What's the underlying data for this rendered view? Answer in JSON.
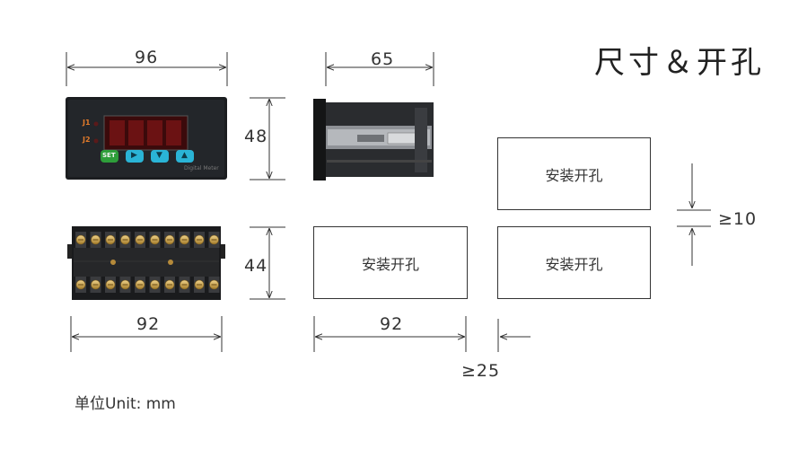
{
  "title": "尺寸＆开孔",
  "dimensions": {
    "front_width": "96",
    "front_height": "48",
    "side_depth": "65",
    "back_width": "92",
    "back_height": "44",
    "cutout_width": "92",
    "cutout_h_gap": "≥25",
    "cutout_v_gap": "≥10"
  },
  "cutout_label": "安装开孔",
  "unit_text": "单位Unit:  mm",
  "meter": {
    "led_j1": "J1",
    "led_j2": "J2",
    "buttons": [
      "SET",
      "▶",
      "▼",
      "▲"
    ],
    "brand": "Digital Meter"
  },
  "colors": {
    "meter_body": "#1a1c1e",
    "display_red": "#5a0f10",
    "button_set": "#2e9e3a",
    "button_arrow": "#2ab4d6",
    "terminal_brass": "#c9a24a"
  }
}
